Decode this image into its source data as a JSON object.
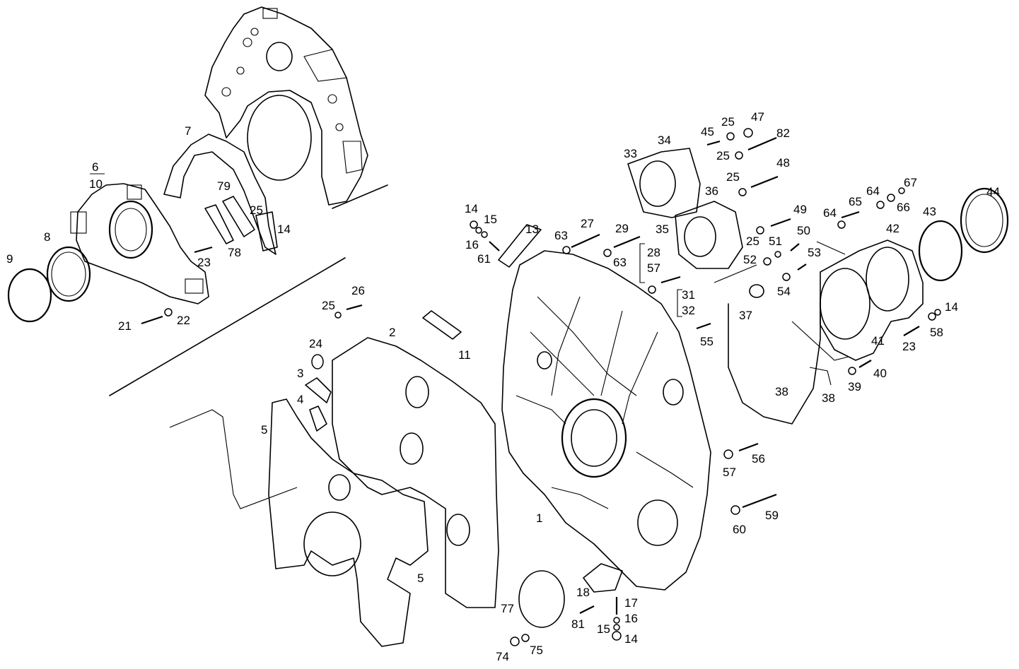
{
  "callouts": [
    "1",
    "2",
    "3",
    "4",
    "5",
    "5",
    "6",
    "10",
    "7",
    "8",
    "9",
    "11",
    "13",
    "14",
    "15",
    "16",
    "61",
    "14",
    "79",
    "78",
    "25",
    "23",
    "21",
    "22",
    "25",
    "26",
    "24",
    "63",
    "27",
    "29",
    "63",
    "28",
    "57",
    "31",
    "32",
    "33",
    "34",
    "35",
    "36",
    "45",
    "25",
    "47",
    "82",
    "25",
    "48",
    "25",
    "49",
    "50",
    "25",
    "51",
    "52",
    "53",
    "54",
    "37",
    "55",
    "64",
    "65",
    "64",
    "66",
    "67",
    "43",
    "44",
    "42",
    "41",
    "23",
    "58",
    "14",
    "39",
    "40",
    "38",
    "38",
    "56",
    "57",
    "59",
    "60",
    "18",
    "17",
    "16",
    "15",
    "14",
    "81",
    "77",
    "74",
    "75"
  ]
}
